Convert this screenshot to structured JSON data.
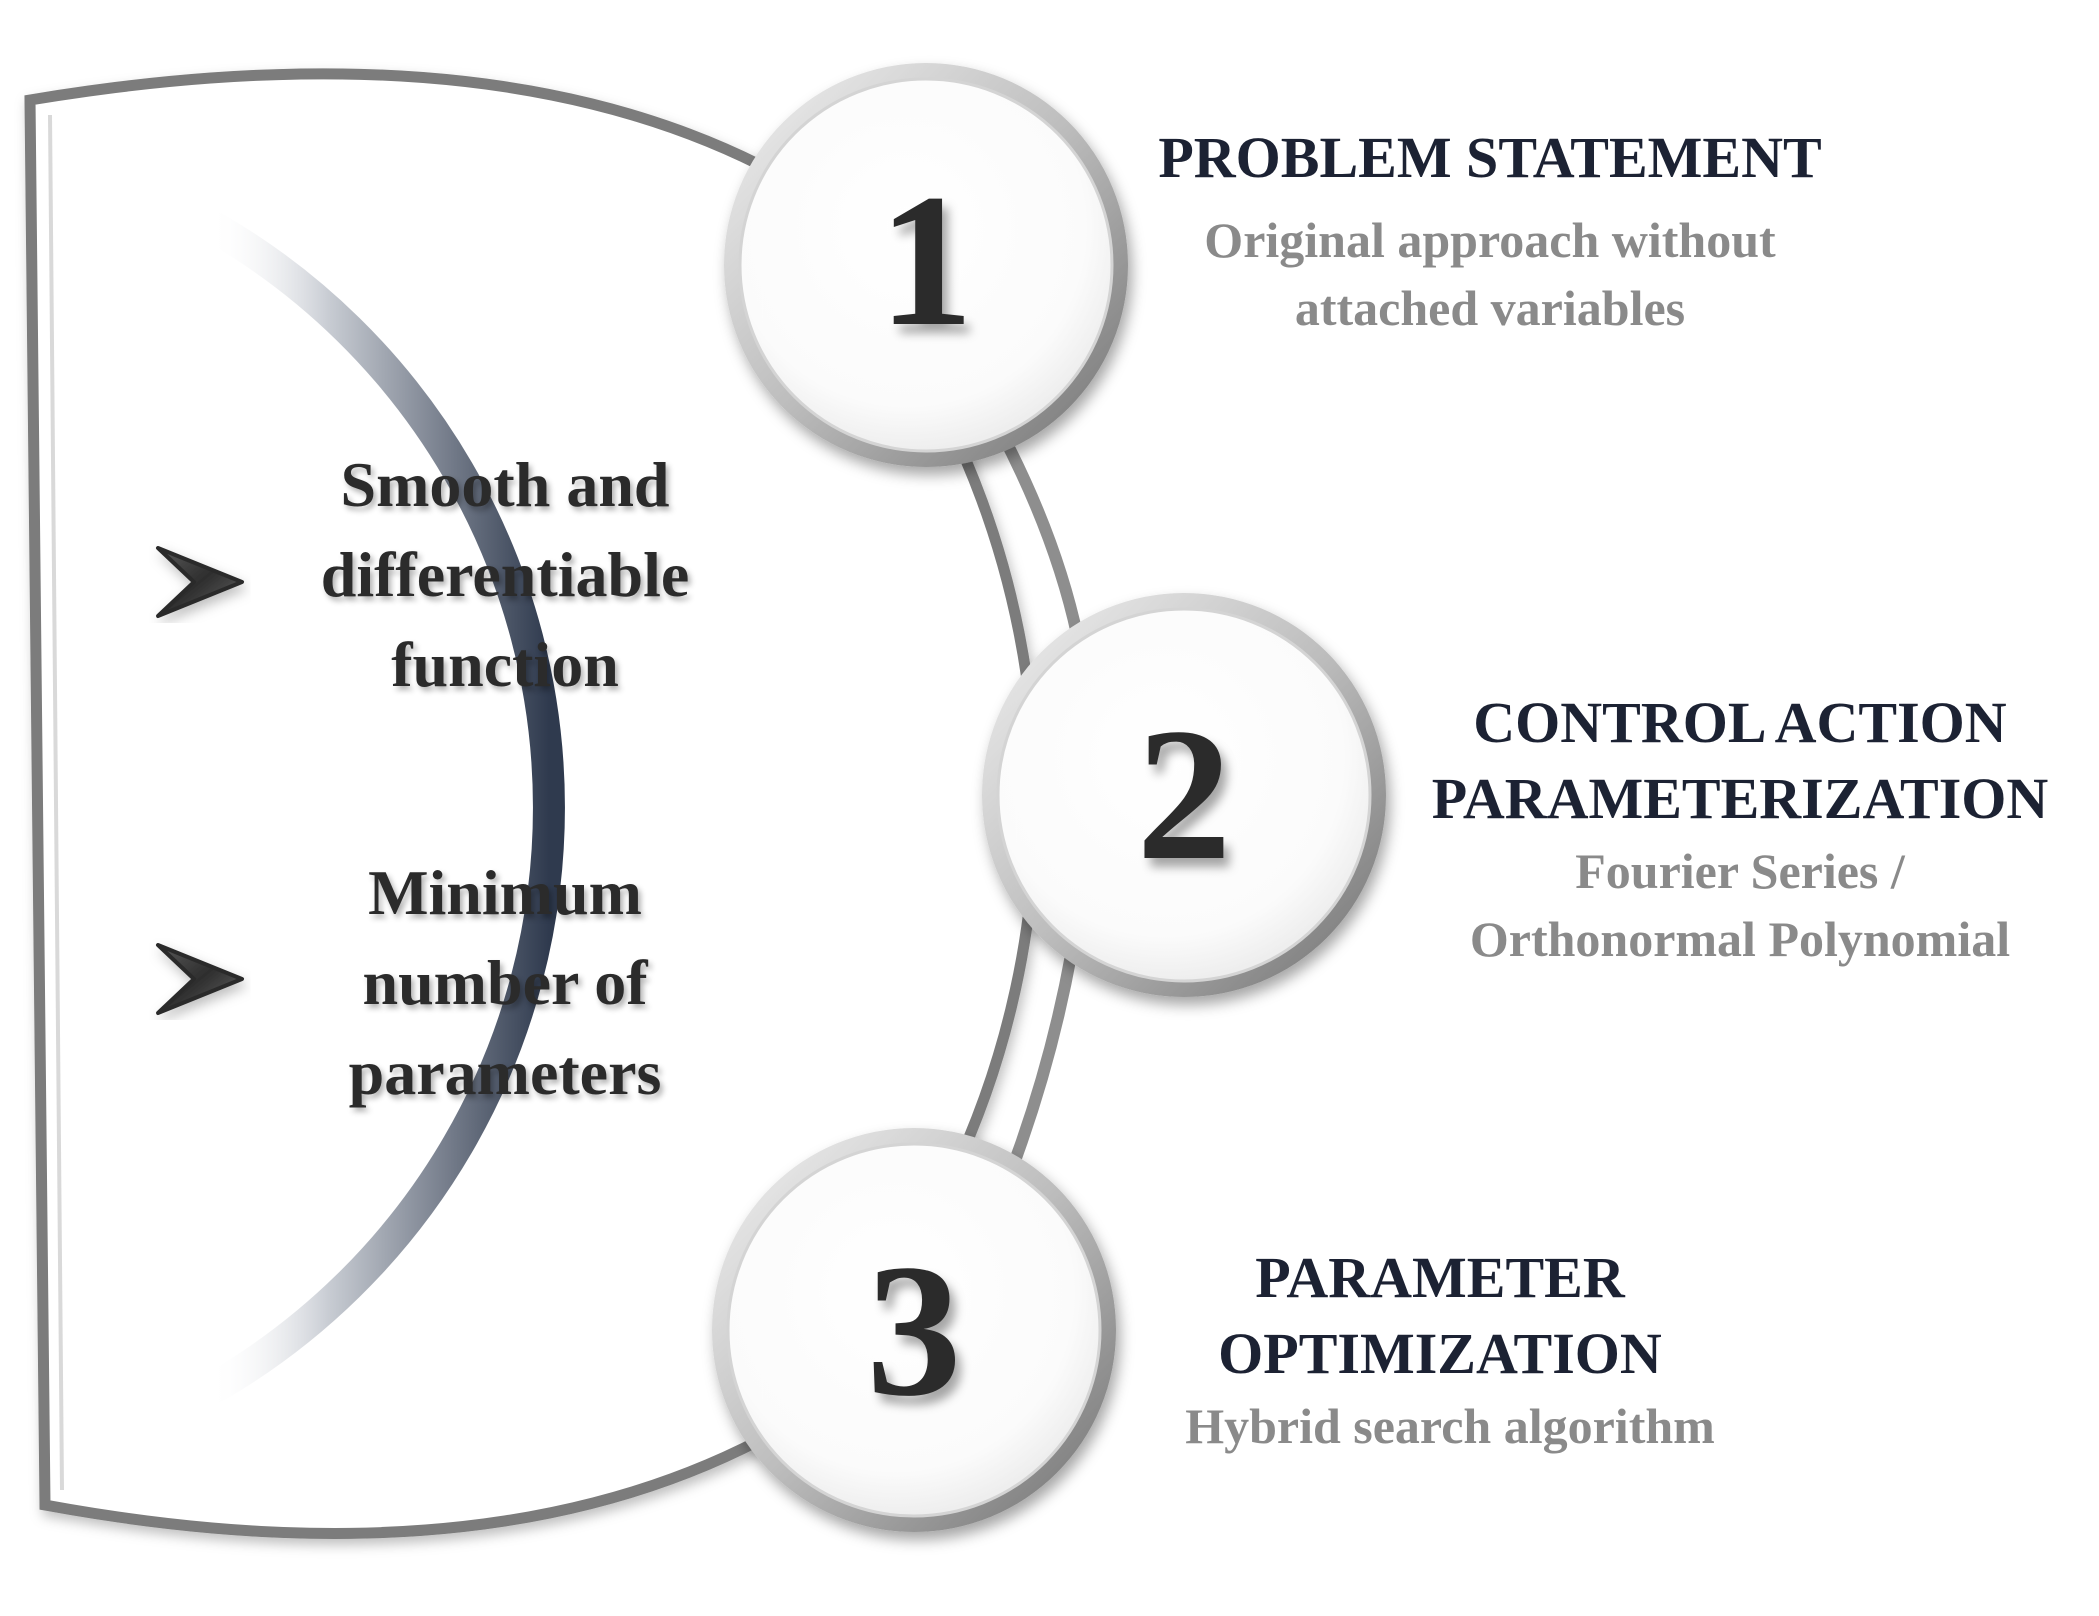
{
  "colors": {
    "title": "#1c2233",
    "description": "#8a8a8a",
    "number": "#2b2b2b",
    "outline": "#7d7d7d",
    "inner_arc_dark": "#2f3a4e"
  },
  "left_panel": {
    "items": [
      {
        "icon": "arrowhead-bullet-icon",
        "lines": [
          "Smooth and",
          "differentiable",
          "function"
        ]
      },
      {
        "icon": "arrowhead-bullet-icon",
        "lines": [
          "Minimum",
          "number of",
          "parameters"
        ]
      }
    ]
  },
  "steps": [
    {
      "number": "1",
      "title_lines": [
        "PROBLEM STATEMENT"
      ],
      "desc_lines": [
        "Original approach without",
        "attached variables"
      ]
    },
    {
      "number": "2",
      "title_lines": [
        "CONTROL ACTION",
        "PARAMETERIZATION"
      ],
      "desc_lines": [
        "Fourier Series /",
        "Orthonormal Polynomial"
      ]
    },
    {
      "number": "3",
      "title_lines": [
        "PARAMETER",
        "OPTIMIZATION"
      ],
      "desc_lines": [
        "Hybrid search algorithm"
      ]
    }
  ]
}
